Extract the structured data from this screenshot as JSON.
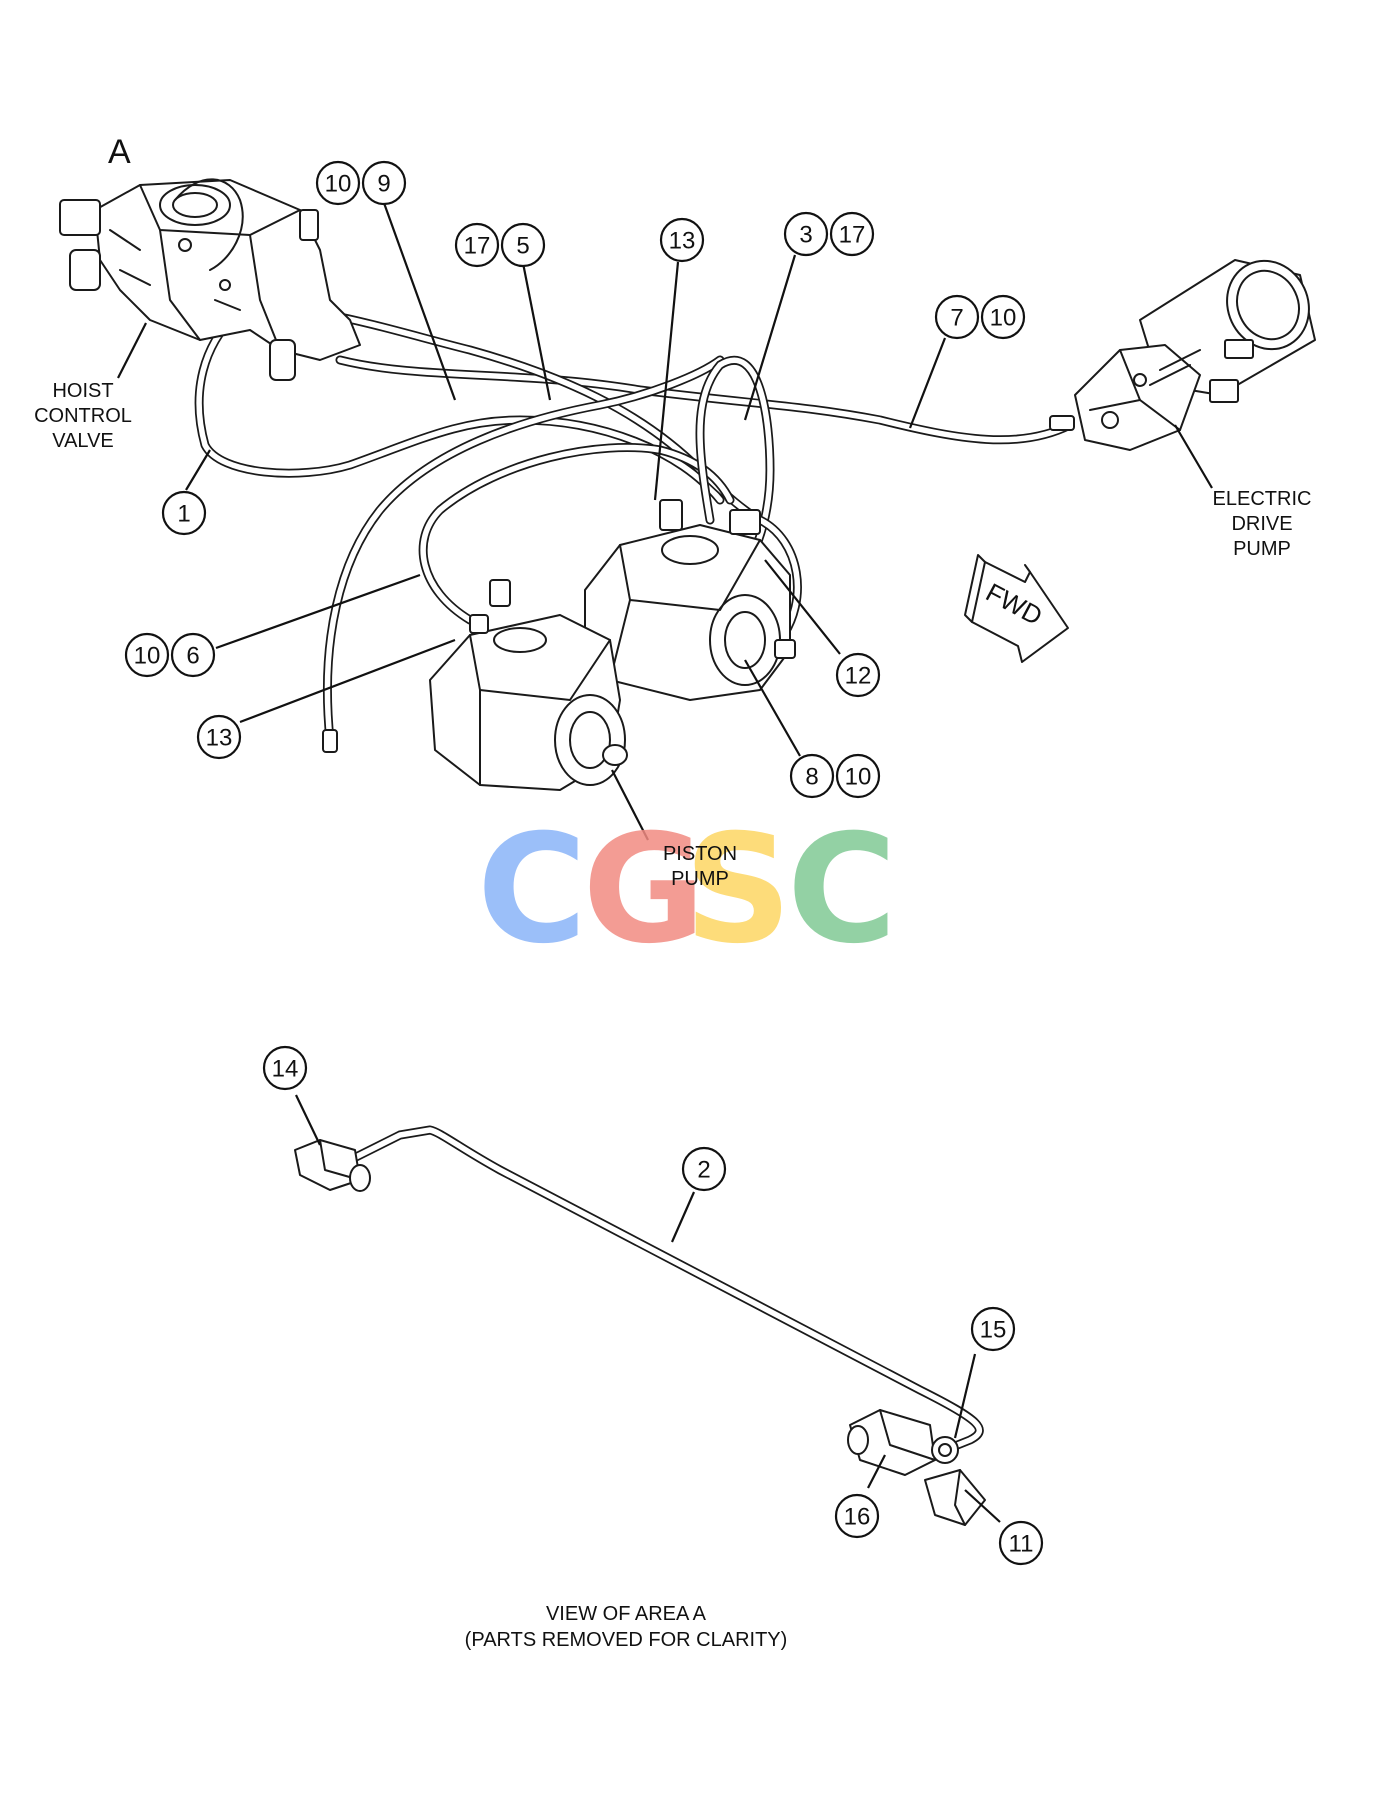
{
  "area_letter": "A",
  "labels": {
    "hoist_control_valve": [
      "HOIST",
      "CONTROL",
      "VALVE"
    ],
    "electric_drive_pump": [
      "ELECTRIC",
      "DRIVE",
      "PUMP"
    ],
    "piston_pump": [
      "PISTON",
      "PUMP"
    ],
    "fwd": "FWD",
    "view_caption": [
      "VIEW OF AREA  A",
      "(PARTS REMOVED FOR CLARITY)"
    ]
  },
  "callouts": {
    "c10a": "10",
    "c9": "9",
    "c17a": "17",
    "c5": "5",
    "c13a": "13",
    "c3": "3",
    "c17b": "17",
    "c7": "7",
    "c10b": "10",
    "c1": "1",
    "c10c": "10",
    "c6": "6",
    "c13b": "13",
    "c12": "12",
    "c8": "8",
    "c10d": "10",
    "c14": "14",
    "c2": "2",
    "c15": "15",
    "c16": "16",
    "c11": "11"
  },
  "watermark": {
    "letters": [
      "C",
      "G",
      "S",
      "C"
    ],
    "colors": [
      "#8ab4f8",
      "#f28b82",
      "#fdd663",
      "#81c995"
    ]
  }
}
